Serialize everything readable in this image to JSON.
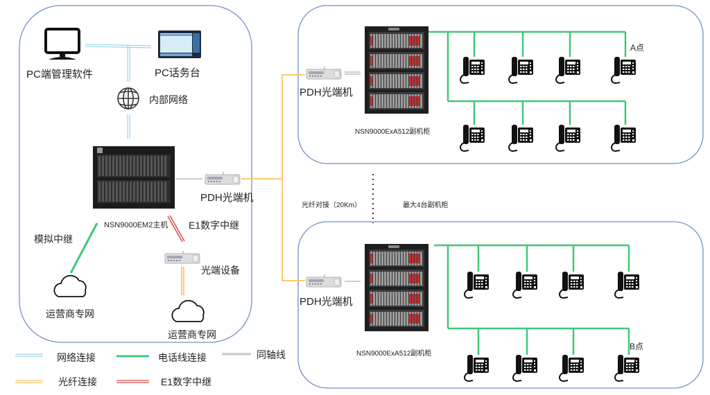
{
  "colors": {
    "network": "#9dd3f0",
    "phone_line": "#3ec878",
    "coax": "#c8c8c8",
    "fiber": "#ffc870",
    "e1": "#d84a4a",
    "box_border": "#7090c0"
  },
  "main_site": {
    "pc_software_label": "PC端管理软件",
    "pc_console_label": "PC话务台",
    "internal_network_label": "内部网络",
    "host_label": "NSN9000EM2主机",
    "pdh_label": "PDH光端机",
    "e1_trunk_label": "E1数字中继",
    "analog_trunk_label": "模拟中继",
    "optical_device_label": "光端设备",
    "carrier_network_label_1": "运营商专网",
    "carrier_network_label_2": "运营商专网"
  },
  "middle": {
    "fiber_link_label": "光纤对接（20Km）",
    "max_cabinets_label": "最大4台副机柜"
  },
  "remote_a": {
    "pdh_label": "PDH光端机",
    "cabinet_label": "NSN9000ExA512副机柜",
    "point_label": "A点",
    "phones_row1": 4,
    "phones_row2": 4
  },
  "remote_b": {
    "pdh_label": "PDH光端机",
    "cabinet_label": "NSN9000ExA512副机柜",
    "point_label": "B点",
    "phones_row1": 4,
    "phones_row2": 4
  },
  "legend": [
    {
      "key": "network",
      "label": "网络连接"
    },
    {
      "key": "phone_line",
      "label": "电话线连接"
    },
    {
      "key": "coax",
      "label": "同轴线"
    },
    {
      "key": "fiber",
      "label": "光纤连接"
    },
    {
      "key": "e1",
      "label": "E1数字中继"
    }
  ]
}
